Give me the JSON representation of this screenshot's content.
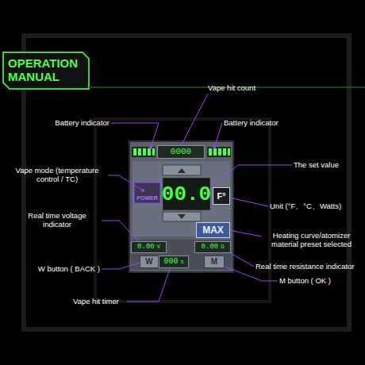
{
  "diagram": {
    "title": "OPERATION MANUAL",
    "nodes": [
      {
        "text": [
          "0000"
        ]
      },
      {
        "text": [
          "00.0"
        ]
      },
      {
        "text": [
          "F°"
        ]
      },
      {
        "text": [
          "MAX"
        ]
      },
      {
        "text": [
          "0.00",
          "V"
        ]
      },
      {
        "text": [
          "0.00",
          "Ω"
        ]
      },
      {
        "text": [
          "W"
        ]
      },
      {
        "text": [
          "000",
          "s"
        ]
      },
      {
        "text": [
          "M"
        ]
      }
    ],
    "labels": [
      "Vape hit count",
      "Battery indicator",
      "Battery indicator",
      "The set value",
      "Vape mode (temperature control / TC)",
      "Unit (°F、°C、Watts)",
      "Real time voltage indicator",
      "Heating curve/atomizer material preset selected",
      "W button ( BACK )",
      "Real time resistance indicator",
      "M button ( OK )",
      "Vape hit timer",
      "POWER"
    ]
  }
}
